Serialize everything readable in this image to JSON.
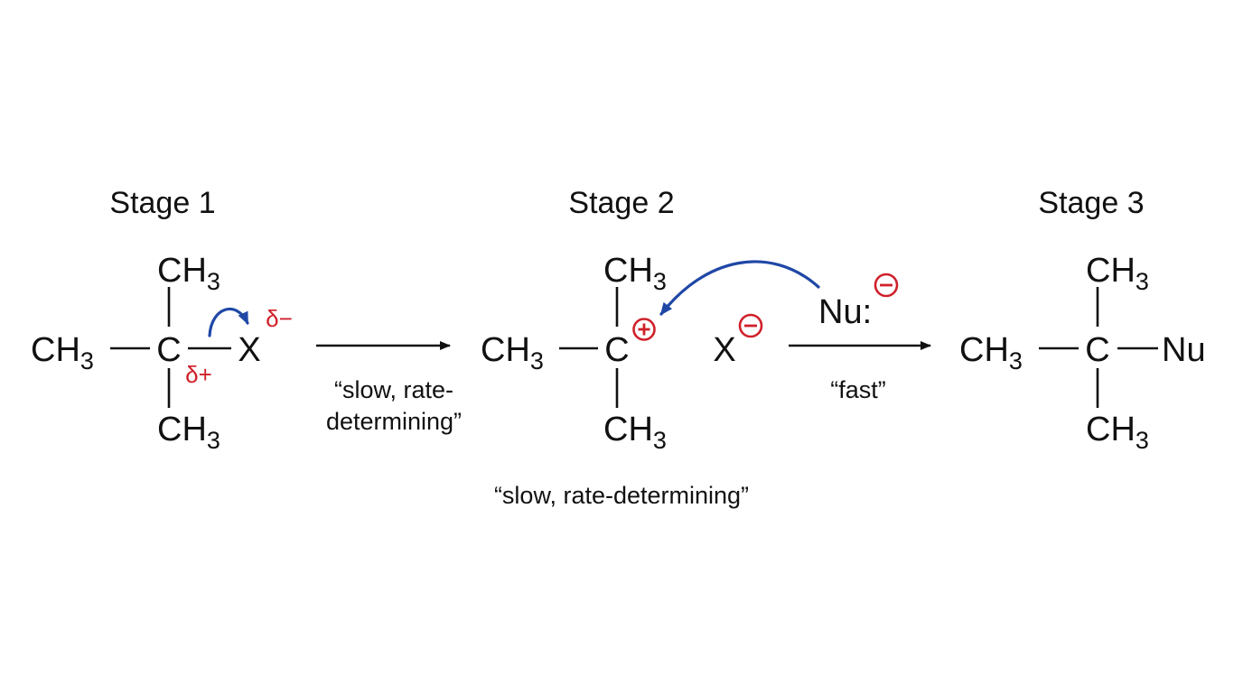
{
  "stages": [
    {
      "title": "Stage 1",
      "top_group": "CH",
      "top_sub": "3",
      "left_group": "CH",
      "left_sub": "3",
      "center": "C",
      "right_group": "X",
      "bottom_group": "CH",
      "bottom_sub": "3",
      "partial_positive": "δ+",
      "partial_negative": "δ−"
    },
    {
      "title": "Stage 2",
      "top_group": "CH",
      "top_sub": "3",
      "left_group": "CH",
      "left_sub": "3",
      "center": "C",
      "bottom_group": "CH",
      "bottom_sub": "3",
      "leaving_group": "X",
      "nucleophile": "Nu",
      "lone_pair": ":"
    },
    {
      "title": "Stage 3",
      "top_group": "CH",
      "top_sub": "3",
      "left_group": "CH",
      "left_sub": "3",
      "center": "C",
      "right_group": "Nu",
      "bottom_group": "CH",
      "bottom_sub": "3"
    }
  ],
  "arrows": [
    {
      "label_line1": "“slow, rate-",
      "label_line2": "determining”"
    },
    {
      "label_line1": "“fast”"
    }
  ],
  "caption": "“slow, rate-determining”",
  "colors": {
    "text": "#111111",
    "charge": "#d0202a",
    "electron_arrow": "#1f47a6",
    "background": "#ffffff"
  },
  "icons": {
    "positive_charge": "circled-plus",
    "negative_charge": "circled-minus"
  }
}
